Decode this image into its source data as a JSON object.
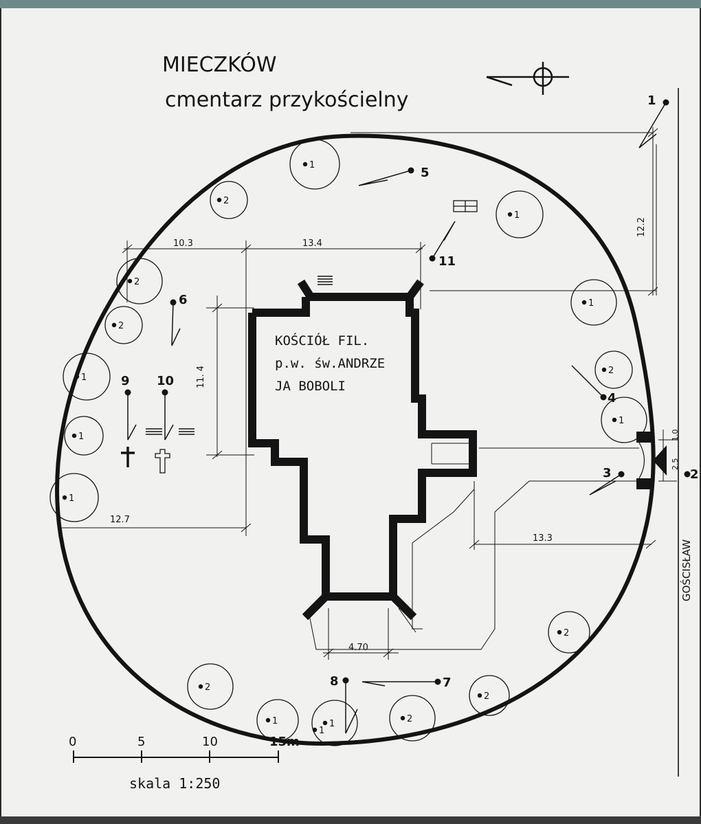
{
  "title": {
    "line1": "MIECZKÓW",
    "line2": "cmentarz przykościelny"
  },
  "church_label": {
    "line1": "KOŚCIÓŁ FIL.",
    "line2": "p.w. św.ANDRZE",
    "line3": "JA BOBOLI"
  },
  "street_label": "GOŚCISŁAW",
  "dimensions": {
    "d_10_3": "10.3",
    "d_13_4": "13.4",
    "d_12_2": "12.2",
    "d_11_4": "11. 4",
    "d_12_7": "12.7",
    "d_13_3": "13.3",
    "d_4_70": "4.70",
    "d_1_0": "1.0",
    "d_2_5": "2.5"
  },
  "trees": [
    {
      "label": "1"
    },
    {
      "label": "2"
    },
    {
      "label": "1"
    },
    {
      "label": "2"
    },
    {
      "label": "1"
    },
    {
      "label": "2"
    },
    {
      "label": "1"
    },
    {
      "label": "1"
    },
    {
      "label": "1"
    },
    {
      "label": "1"
    },
    {
      "label": "2"
    },
    {
      "label": "1"
    },
    {
      "label": "2"
    },
    {
      "label": "2"
    },
    {
      "label": "2"
    },
    {
      "label": "1"
    },
    {
      "label": "1"
    },
    {
      "label": "2"
    }
  ],
  "points": [
    {
      "label": "1"
    },
    {
      "label": "2"
    },
    {
      "label": "3"
    },
    {
      "label": "4"
    },
    {
      "label": "5"
    },
    {
      "label": "6"
    },
    {
      "label": "7"
    },
    {
      "label": "8"
    },
    {
      "label": "9"
    },
    {
      "label": "10"
    },
    {
      "label": "11"
    }
  ],
  "scale": {
    "ticks": [
      "0",
      "5",
      "10",
      "15m"
    ],
    "label": "skala  1:250"
  }
}
